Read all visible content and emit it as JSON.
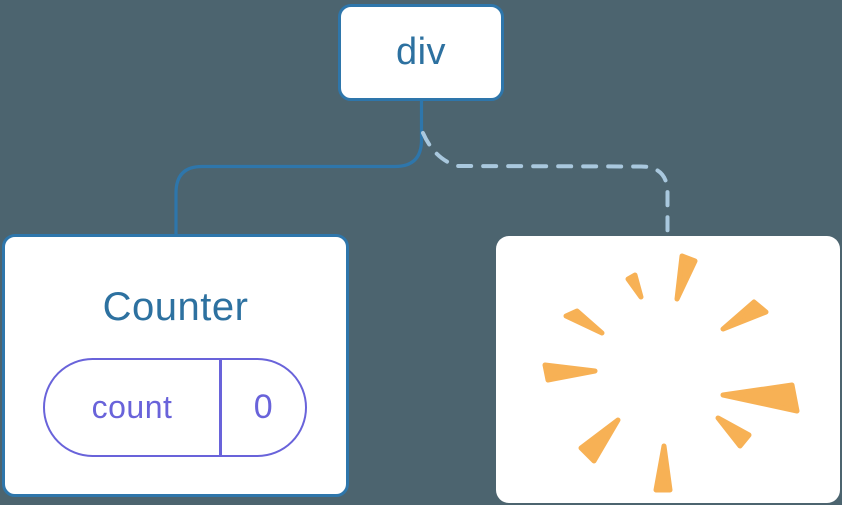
{
  "diagram": {
    "description": "React component tree diagram: div root keeps Counter with state, dashed branch leads to removed (poof) component",
    "nodes": {
      "root": {
        "label": "div"
      },
      "counter": {
        "title": "Counter",
        "state": {
          "name": "count",
          "value": "0"
        }
      },
      "removed": {
        "icon": "poof-starburst-icon"
      }
    },
    "edges": {
      "left": "solid",
      "right": "dashed"
    }
  },
  "colors": {
    "bg": "#4C646F",
    "card": "#ffffff",
    "line-blue": "#2E76AB",
    "text-blue": "#2D71A0",
    "dash-blue": "#A9C8DE",
    "purple": "#6963DA",
    "burst": "#F7B155"
  }
}
